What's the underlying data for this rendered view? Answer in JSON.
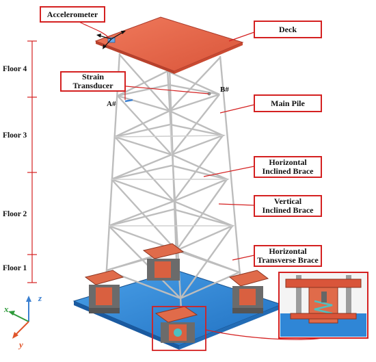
{
  "labels": {
    "accelerometer": "Accelerometer",
    "deck": "Deck",
    "strain_line1": "Strain",
    "strain_line2": "Transducer",
    "main_pile": "Main Pile",
    "hib_line1": "Horizontal",
    "hib_line2": "Inclined Brace",
    "vib_line1": "Vertical",
    "vib_line2": "Inclined Brace",
    "htb_line1": "Horizontal",
    "htb_line2": "Transverse Brace"
  },
  "points": {
    "a": "A#",
    "b": "B#"
  },
  "floors": [
    "Floor 4",
    "Floor 3",
    "Floor 2",
    "Floor 1"
  ],
  "axes": {
    "x": "x",
    "y": "y",
    "z": "z"
  },
  "colors": {
    "callout": "#d42020",
    "deck": "#e8654a",
    "base": "#2f86d6",
    "frame": "#cfcfcf",
    "x_axis": "#2e9a3a",
    "y_axis": "#e0552a",
    "z_axis": "#3a7fd0"
  }
}
